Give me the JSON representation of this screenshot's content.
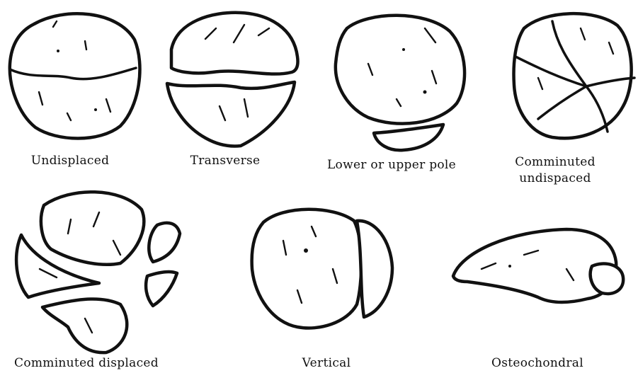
{
  "figure": {
    "labels": {
      "undisplaced": "Undisplaced",
      "transverse": "Transverse",
      "lower_or_upper_pole": "Lower or upper pole",
      "comminuted_undisplaced_line1": "Comminuted",
      "comminuted_undisplaced_line2": "undispaced",
      "comminuted_displaced": "Comminuted displaced",
      "vertical": "Vertical",
      "osteochondral": "Osteochondral"
    }
  }
}
